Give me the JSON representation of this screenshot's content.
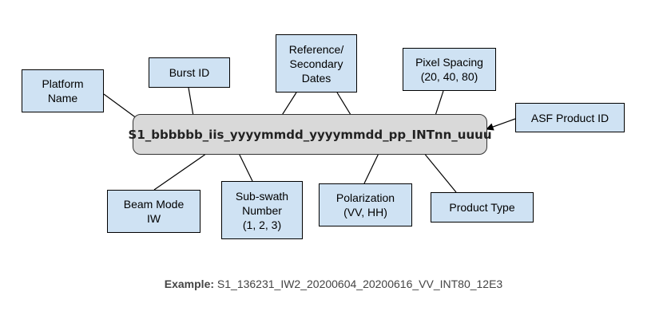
{
  "diagram": {
    "filename_pattern": "S1_bbbbbb_iis_yyyymmdd_yyyymmdd_pp_INTnn_uuuu",
    "labels": {
      "platform_name": "Platform\nName",
      "burst_id": "Burst ID",
      "reference_secondary_dates": "Reference/\nSecondary\nDates",
      "pixel_spacing": "Pixel Spacing\n(20, 40, 80)",
      "asf_product_id": "ASF Product ID",
      "beam_mode": "Beam Mode\nIW",
      "sub_swath_number": "Sub-swath\nNumber\n(1, 2, 3)",
      "polarization": "Polarization\n(VV,  HH)",
      "product_type": "Product Type"
    },
    "example": {
      "label": "Example:",
      "value": "S1_136231_IW2_20200604_20200616_VV_INT80_12E3"
    }
  }
}
